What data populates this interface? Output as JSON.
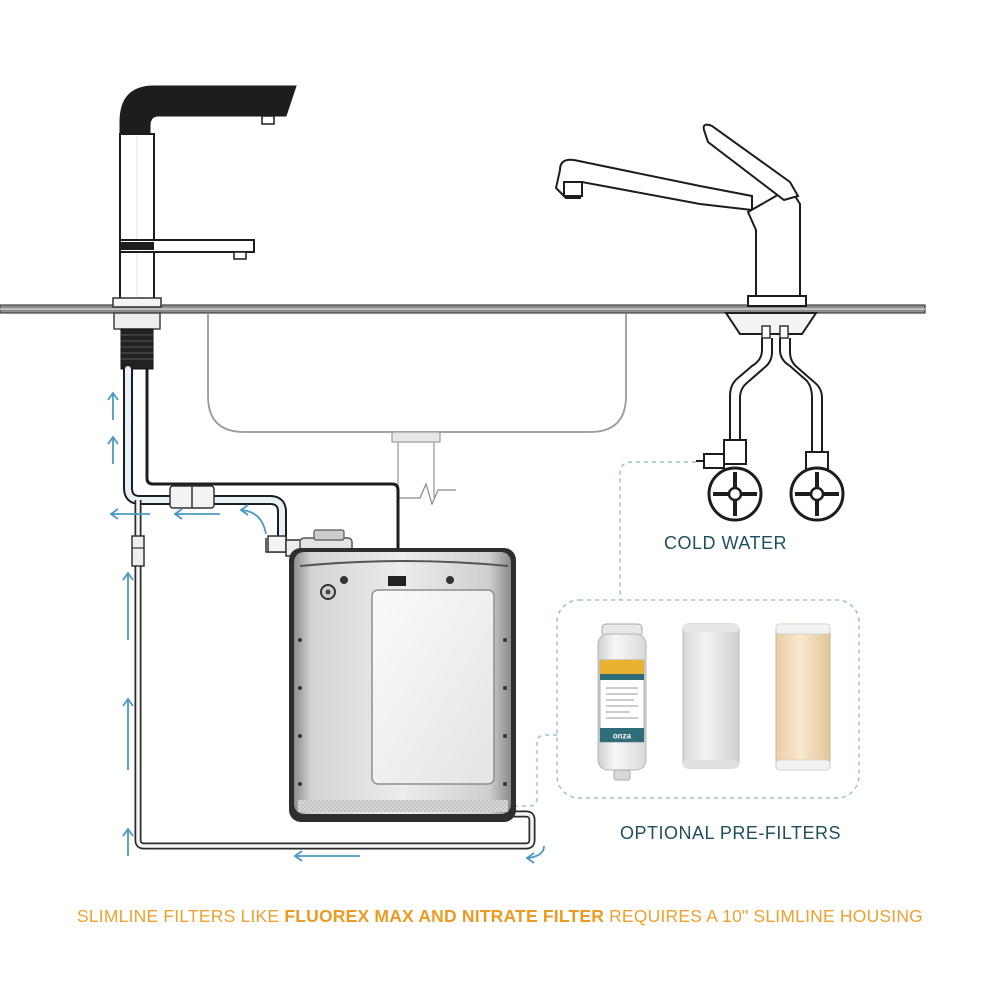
{
  "labels": {
    "cold_water": "COLD WATER",
    "optional_prefilters": "OPTIONAL PRE-FILTERS"
  },
  "footer": {
    "prefix": "SLIMLINE FILTERS LIKE ",
    "highlight": "FLUOREX MAX AND NITRATE FILTER",
    "suffix": " REQUIRES A 10\" SLIMLINE HOUSING"
  },
  "filter_label_text": "onza",
  "colors": {
    "line": "#1a1a1a",
    "flow_arrow": "#4a9ac4",
    "dashed_border": "#9cc0cf",
    "label": "#1f4f5c",
    "accent": "#f0a030",
    "counter": "#8c8c8c",
    "unit_body": "#c8c8c8"
  }
}
